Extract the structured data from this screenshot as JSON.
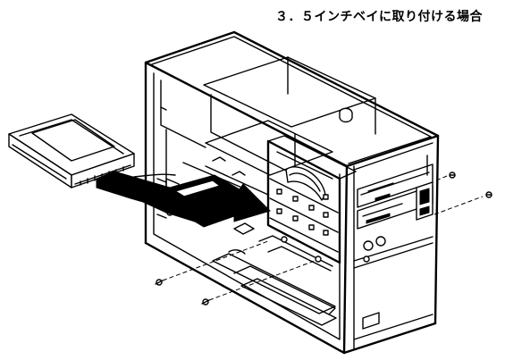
{
  "title": "３．５インチベイに取り付ける場合",
  "illustration": {
    "subject": "pc-tower-case",
    "parts": [
      "hard-disk-drive",
      "insertion-arrow",
      "3.5-inch-bay",
      "optical-drive-bays",
      "front-panel",
      "mounting-screws"
    ]
  }
}
